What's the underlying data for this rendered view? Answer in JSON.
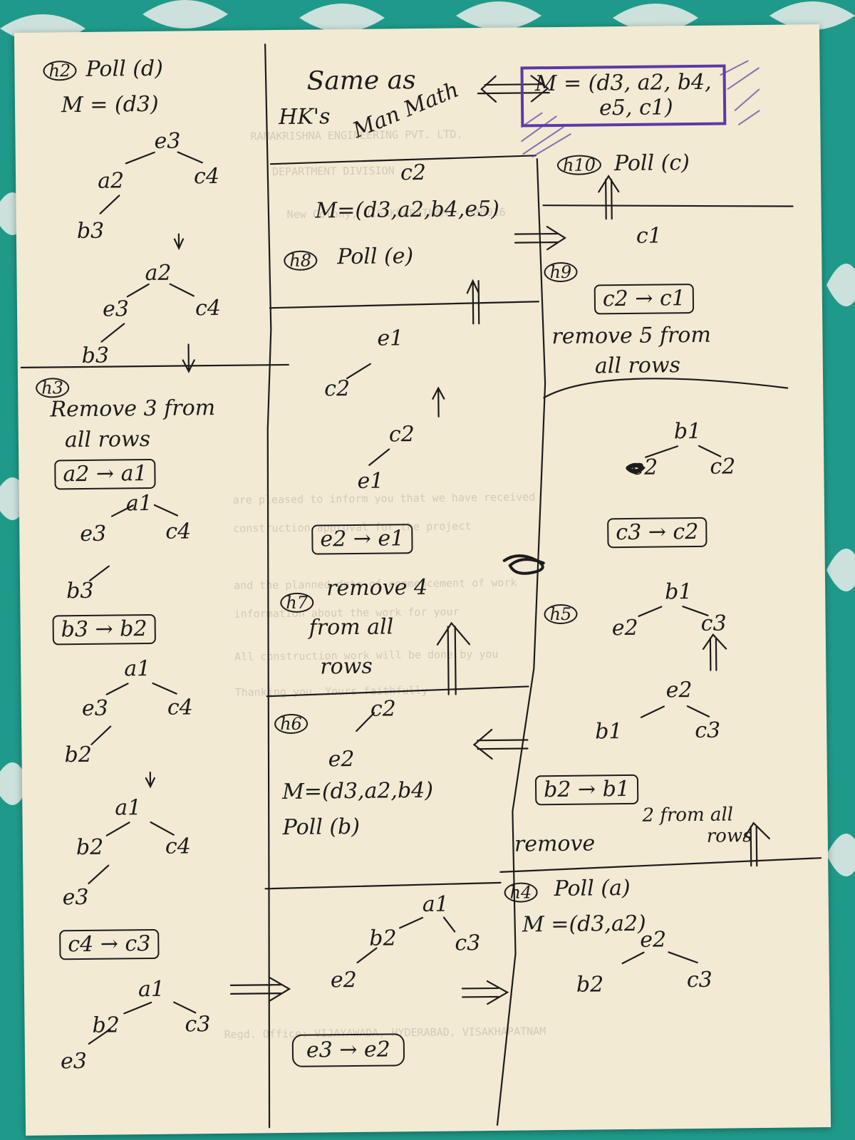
{
  "colors": {
    "paper": "#f2ead3",
    "ink": "#1c1c1c",
    "highlight": "#5b3aa6",
    "background": "#1f9a8a"
  },
  "left": {
    "h2": "h2",
    "poll": "Poll (d)",
    "m": "M = (d3)",
    "t1": {
      "root": "e3",
      "l": "a2",
      "r": "c4",
      "ll": "b3"
    },
    "t2": {
      "root": "a2",
      "l": "e3",
      "r": "c4",
      "ll": "b3"
    },
    "h3": "h3",
    "remove3a": "Remove 3 from",
    "remove3b": "all rows",
    "box1": "a2 → a1",
    "t3": {
      "root": "a1",
      "l": "e3",
      "r": "c4",
      "ll": "b3"
    },
    "box2": "b3 → b2",
    "t4": {
      "root": "a1",
      "l": "e3",
      "r": "c4",
      "ll": "b2"
    },
    "t5": {
      "root": "a1",
      "l": "b2",
      "r": "c4",
      "ll": "e3"
    },
    "box3": "c4 → c3",
    "t6": {
      "root": "a1",
      "l": "b2",
      "r": "c3",
      "ll": "e3"
    }
  },
  "middle": {
    "same1": "Same as",
    "same2": "HK's",
    "same3": "Man Math",
    "c2top": "c2",
    "m8": "M=(d3,a2,b4,e5)",
    "h8": "h8",
    "poll8": "Poll (e)",
    "t7": {
      "root": "e1",
      "l": "c2"
    },
    "t8": {
      "root": "c2",
      "l": "e1"
    },
    "box4": "e2 → e1",
    "h7": "h7",
    "remove4a": "remove 4",
    "remove4b": "from all",
    "remove4c": "rows",
    "h6": "h6",
    "t9": {
      "root": "c2",
      "l": "e2"
    },
    "m6": "M=(d3,a2,b4)",
    "poll6": "Poll (b)",
    "t10": {
      "root": "a1",
      "l": "b2",
      "r": "c3",
      "ll": "e2"
    },
    "box5": "e3 → e2"
  },
  "right": {
    "mfinal1": "M = (d3, a2, b4,",
    "mfinal2": "e5, c1)",
    "h10": "h10",
    "poll10": "Poll (c)",
    "c1": "c1",
    "h9": "h9",
    "box6": "c2 → c1",
    "remove5a": "remove 5 from",
    "remove5b": "all rows",
    "t11": {
      "root": "b1",
      "l": "e2",
      "r": "c2"
    },
    "box7": "c3 → c2",
    "h5": "h5",
    "t12": {
      "root": "b1",
      "l": "e2",
      "r": "c3"
    },
    "t13": {
      "root": "e2",
      "l": "b1",
      "r": "c3"
    },
    "box8": "b2 → b1",
    "remove2a": "2 from all",
    "remove2b": "rows",
    "remove2c": "remove",
    "h4": "h4",
    "poll4": "Poll (a)",
    "m4": "M =(d3,a2)",
    "t14": {
      "root": "e2",
      "l": "b2",
      "r": "c3"
    }
  }
}
